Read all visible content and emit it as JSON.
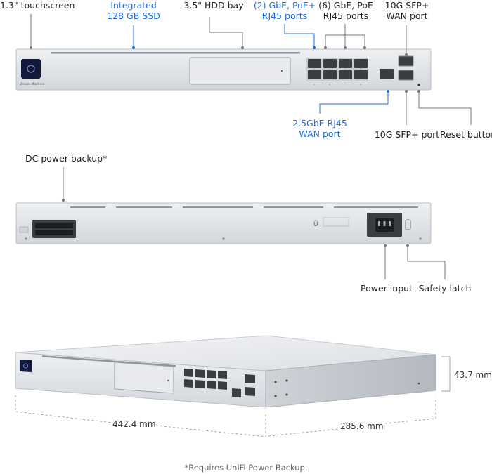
{
  "diagram": {
    "front_labels": {
      "touchscreen": "1.3\" touchscreen",
      "ssd_line1": "Integrated",
      "ssd_line2": "128 GB SSD",
      "hdd": "3.5\" HDD bay",
      "poe_plus_line1": "(2) GbE, PoE+",
      "poe_plus_line2": "RJ45 ports",
      "poe_line1": "(6) GbE, PoE",
      "poe_line2": "RJ45 ports",
      "sfp_wan_line1": "10G SFP+",
      "sfp_wan_line2": "WAN port",
      "rj45_wan_line1": "2.5GbE RJ45",
      "rj45_wan_line2": "WAN port",
      "sfp_port": "10G SFP+ port",
      "reset": "Reset button"
    },
    "rear_labels": {
      "dc_backup": "DC power backup*",
      "power_input": "Power input",
      "safety_latch": "Safety latch"
    },
    "dimensions": {
      "width": "442.4 mm",
      "depth": "285.6 mm",
      "height": "43.7 mm"
    },
    "device_text": {
      "brand": "Dream Machine",
      "port_labels": [
        "1",
        "2",
        "3",
        "4",
        "5",
        "6",
        "7",
        "8"
      ]
    },
    "footnote": "*Requires UniFi Power Backup.",
    "colors": {
      "accent_blue": "#1f6fe0",
      "chassis": "#dfe2e6",
      "chassis_dark": "#b9bec5",
      "port_dark": "#3a3d42",
      "screen": "#12193a"
    }
  }
}
